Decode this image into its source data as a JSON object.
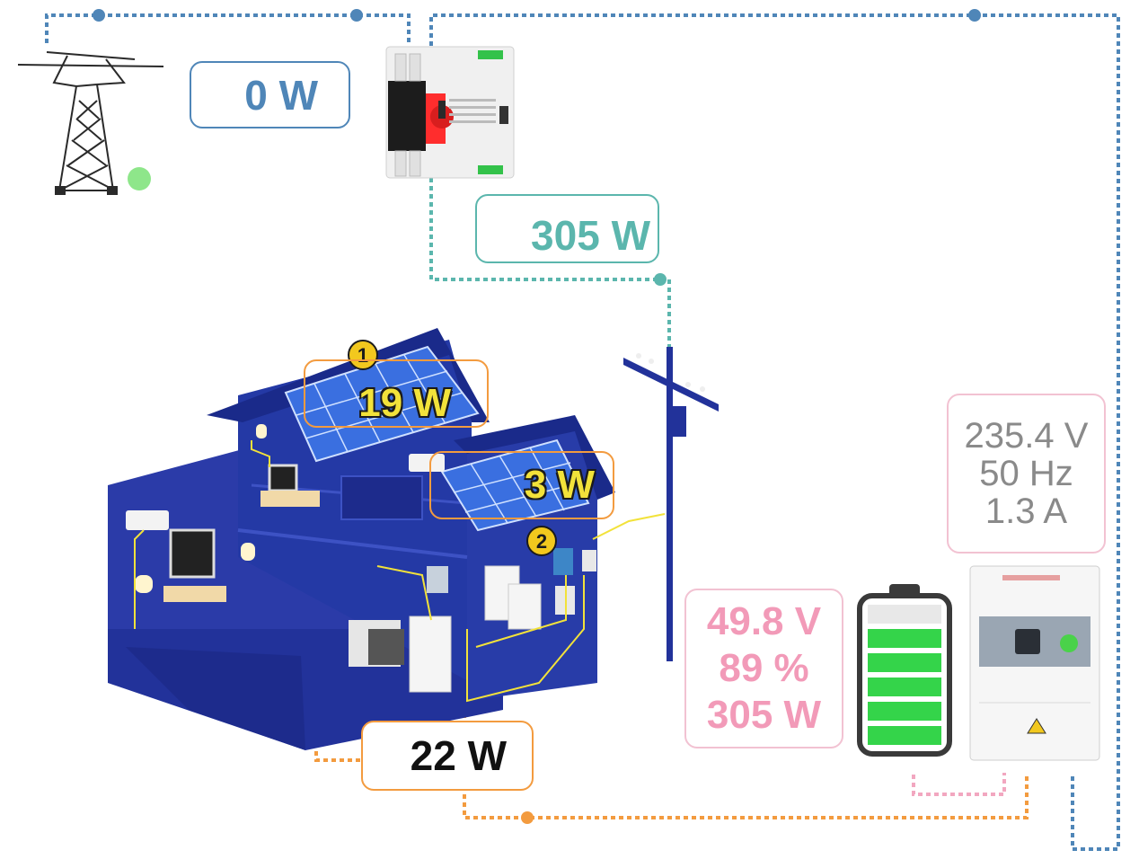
{
  "grid": {
    "power": "0 W",
    "status_color": "#8ee68a"
  },
  "load_flow": {
    "power": "305 W"
  },
  "pv": [
    {
      "badge": "1",
      "power": "19 W"
    },
    {
      "badge": "2",
      "power": "3 W"
    }
  ],
  "house_load": {
    "power": "22 W"
  },
  "battery": {
    "voltage": "49.8 V",
    "soc": "89 %",
    "power": "305 W",
    "level": 0.89,
    "fill_color": "#34d44a"
  },
  "inverter": {
    "voltage": "235.4 V",
    "frequency": "50 Hz",
    "current": "1.3 A",
    "status_color": "#4ad24a"
  },
  "colors": {
    "grid_line": "#4f86b8",
    "load_line": "#5bb6ad",
    "pv_line": "#f39b3f",
    "battery_line": "#f2a7c0"
  }
}
